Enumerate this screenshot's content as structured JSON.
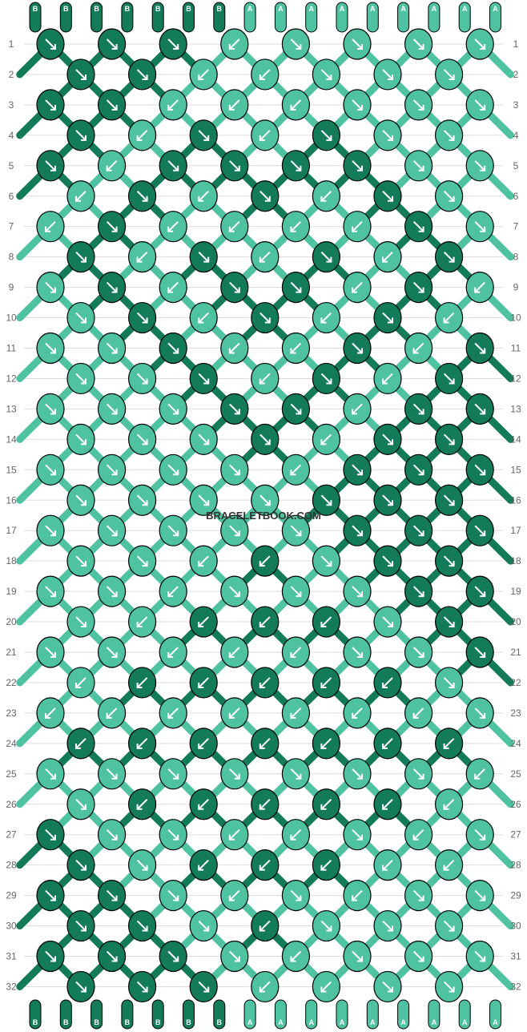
{
  "watermark": "BRACELETBOOK.COM",
  "colors": {
    "A": "#4fc3a1",
    "B": "#137a5a",
    "outline": "#000000",
    "arrow": "#ffffff",
    "line": "#dddddd"
  },
  "strands_top": [
    "B",
    "B",
    "B",
    "B",
    "B",
    "B",
    "B",
    "A",
    "A",
    "A",
    "A",
    "A",
    "A",
    "A",
    "A",
    "A"
  ],
  "strands_bottom": [
    "B",
    "B",
    "B",
    "B",
    "B",
    "B",
    "B",
    "A",
    "A",
    "A",
    "A",
    "A",
    "A",
    "A",
    "A",
    "A"
  ],
  "rows": [
    {
      "n": "1",
      "knots": [
        "B:R",
        "B:R",
        "B:R",
        "A:L",
        "A:R",
        "A:R",
        "A:R",
        "A:R"
      ]
    },
    {
      "n": "2",
      "knots": [
        "B:R",
        "B:R",
        "A:L",
        "A:L",
        "A:R",
        "A:R",
        "A:R"
      ]
    },
    {
      "n": "3",
      "knots": [
        "B:R",
        "B:R",
        "A:L",
        "A:L",
        "A:L",
        "A:R",
        "A:R",
        "A:R"
      ]
    },
    {
      "n": "4",
      "knots": [
        "B:R",
        "A:L",
        "B:R",
        "A:L",
        "B:R",
        "A:R",
        "A:R"
      ]
    },
    {
      "n": "5",
      "knots": [
        "B:R",
        "A:L",
        "B:R",
        "B:R",
        "B:R",
        "B:R",
        "A:R",
        "A:R"
      ]
    },
    {
      "n": "6",
      "knots": [
        "A:L",
        "B:R",
        "A:L",
        "B:R",
        "A:L",
        "B:R",
        "A:R"
      ]
    },
    {
      "n": "7",
      "knots": [
        "A:L",
        "B:R",
        "A:L",
        "A:L",
        "A:L",
        "A:L",
        "B:R",
        "A:R"
      ]
    },
    {
      "n": "8",
      "knots": [
        "B:R",
        "A:L",
        "B:R",
        "A:L",
        "B:R",
        "A:L",
        "B:R"
      ]
    },
    {
      "n": "9",
      "knots": [
        "A:R",
        "B:R",
        "A:L",
        "B:R",
        "B:R",
        "A:L",
        "B:R",
        "A:L"
      ]
    },
    {
      "n": "10",
      "knots": [
        "A:R",
        "B:R",
        "A:L",
        "B:R",
        "A:L",
        "B:R",
        "A:L"
      ]
    },
    {
      "n": "11",
      "knots": [
        "A:R",
        "A:R",
        "B:R",
        "A:L",
        "A:L",
        "B:R",
        "A:L",
        "B:R"
      ]
    },
    {
      "n": "12",
      "knots": [
        "A:R",
        "A:R",
        "B:R",
        "A:L",
        "B:R",
        "A:L",
        "B:R"
      ]
    },
    {
      "n": "13",
      "knots": [
        "A:R",
        "A:R",
        "A:R",
        "B:R",
        "B:R",
        "A:L",
        "B:R",
        "B:R"
      ]
    },
    {
      "n": "14",
      "knots": [
        "A:R",
        "A:R",
        "A:R",
        "B:R",
        "A:L",
        "B:R",
        "B:R"
      ]
    },
    {
      "n": "15",
      "knots": [
        "A:R",
        "A:R",
        "A:R",
        "A:R",
        "A:L",
        "B:R",
        "B:R",
        "B:R"
      ]
    },
    {
      "n": "16",
      "knots": [
        "A:R",
        "A:R",
        "A:R",
        "A:R",
        "B:R",
        "B:R",
        "B:R"
      ]
    },
    {
      "n": "17",
      "knots": [
        "A:R",
        "A:R",
        "A:R",
        "A:R",
        "A:R",
        "B:R",
        "B:R",
        "B:R"
      ]
    },
    {
      "n": "18",
      "knots": [
        "A:R",
        "A:R",
        "A:L",
        "B:L",
        "A:R",
        "B:R",
        "B:R"
      ]
    },
    {
      "n": "19",
      "knots": [
        "A:R",
        "A:R",
        "A:L",
        "A:R",
        "A:R",
        "A:R",
        "B:R",
        "B:R"
      ]
    },
    {
      "n": "20",
      "knots": [
        "A:R",
        "A:L",
        "B:L",
        "B:L",
        "B:L",
        "A:R",
        "B:R"
      ]
    },
    {
      "n": "21",
      "knots": [
        "A:R",
        "A:R",
        "A:L",
        "A:L",
        "A:L",
        "A:R",
        "A:R",
        "B:R"
      ]
    },
    {
      "n": "22",
      "knots": [
        "A:L",
        "B:L",
        "B:L",
        "B:L",
        "B:L",
        "B:L",
        "A:R"
      ]
    },
    {
      "n": "23",
      "knots": [
        "A:L",
        "A:L",
        "A:L",
        "A:L",
        "A:L",
        "A:L",
        "A:L",
        "A:R"
      ]
    },
    {
      "n": "24",
      "knots": [
        "B:L",
        "B:L",
        "B:L",
        "B:L",
        "B:L",
        "B:L",
        "B:L"
      ]
    },
    {
      "n": "25",
      "knots": [
        "A:R",
        "A:R",
        "A:R",
        "A:R",
        "A:R",
        "A:R",
        "A:R",
        "A:L"
      ]
    },
    {
      "n": "26",
      "knots": [
        "A:R",
        "B:L",
        "B:L",
        "B:L",
        "B:L",
        "B:L",
        "A:L"
      ]
    },
    {
      "n": "27",
      "knots": [
        "B:R",
        "A:R",
        "A:R",
        "A:L",
        "A:L",
        "A:R",
        "A:L",
        "A:R"
      ]
    },
    {
      "n": "28",
      "knots": [
        "B:R",
        "A:R",
        "B:L",
        "B:L",
        "B:L",
        "A:L",
        "A:L"
      ]
    },
    {
      "n": "29",
      "knots": [
        "B:R",
        "B:R",
        "A:R",
        "A:L",
        "A:R",
        "A:L",
        "A:R",
        "A:R"
      ]
    },
    {
      "n": "30",
      "knots": [
        "B:R",
        "B:R",
        "A:R",
        "B:L",
        "A:R",
        "A:R",
        "A:R"
      ]
    },
    {
      "n": "31",
      "knots": [
        "B:R",
        "B:R",
        "B:R",
        "A:R",
        "A:L",
        "A:R",
        "A:R",
        "A:R"
      ]
    },
    {
      "n": "32",
      "knots": [
        "B:R",
        "B:R",
        "B:R",
        "A:L",
        "A:L",
        "A:R",
        "A:R"
      ]
    }
  ]
}
